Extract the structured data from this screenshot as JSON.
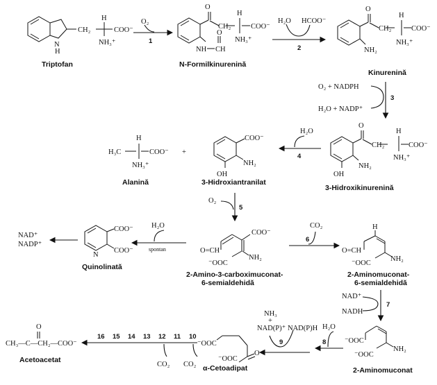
{
  "compounds": {
    "tryptophan": "Triptofan",
    "n_formylkynurenine": "N-Formilkinurenină",
    "kynurenine": "Kinurenină",
    "hydroxykynurenine": "3-Hidroxikinurenină",
    "alanine": "Alanină",
    "hydroxyanthranilate": "3-Hidroxiantranilat",
    "quinolinate": "Quinolinată",
    "acms_line1": "2-Amino-3-carboximuconat-",
    "acms_line2": "6-semialdehidă",
    "ams_line1": "2-Aminomuconat-",
    "ams_line2": "6-semialdehidă",
    "aminomuconate": "2-Aminomuconat",
    "ketoadipate": "α-Cetoadipat",
    "acetoacetate": "Acetoacetat"
  },
  "steps": [
    "1",
    "2",
    "3",
    "4",
    "5",
    "6",
    "7",
    "8",
    "9",
    "10",
    "11",
    "12",
    "13",
    "14",
    "15",
    "16"
  ],
  "reagents": {
    "o2": "O₂",
    "h2o": "H₂O",
    "hcoo": "HCOO⁻",
    "o2_nadph": "O₂ + NADPH",
    "h2o_nadp": "H₂O + NADP⁺",
    "co2": "CO₂",
    "nad": "NAD⁺",
    "nadh": "NADH",
    "nh3": "NH₃",
    "plus": "+",
    "nadp_plus": "NAD(P)⁺",
    "nadph": "NAD(P)H",
    "spontan": "spontan",
    "nad_out": "NAD⁺",
    "nadp_out": "NADP⁺"
  },
  "structure_text": {
    "coo": "COO⁻",
    "nh3p": "NH₃⁺",
    "nh2": "NH₂",
    "oh": "OH",
    "ch2": "CH₂",
    "ch": "CH",
    "h": "H",
    "o": "O",
    "c": "C",
    "n": "N",
    "nh": "NH",
    "h3c": "H₃C",
    "ch3": "CH₃",
    "ooc": "⁻OOC",
    "o_eq_ch": "O=CH",
    "ch3_c_ch2_coo": "CH₃—C—CH₂—COO⁻"
  }
}
